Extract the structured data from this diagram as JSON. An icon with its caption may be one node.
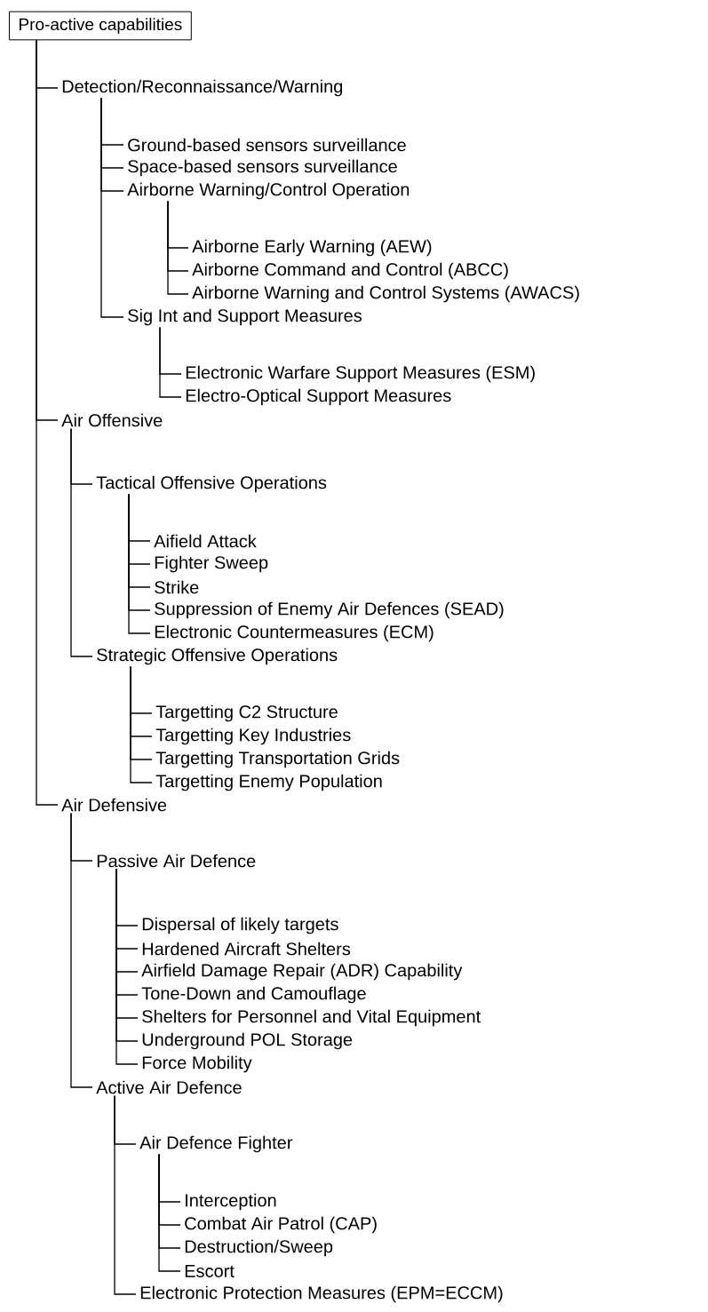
{
  "diagram": {
    "nodes": [
      {
        "text": [
          "Pro-active capabilities"
        ]
      },
      {
        "text": [
          "Detection/Reconnaissance/Warning"
        ]
      },
      {
        "text": [
          "Ground-based sensors surveillance"
        ]
      },
      {
        "text": [
          "Space-based sensors surveillance"
        ]
      },
      {
        "text": [
          "Airborne Warning/Control Operation"
        ]
      },
      {
        "text": [
          "Airborne Early Warning (AEW)"
        ]
      },
      {
        "text": [
          "Airborne Command and Control (ABCC)"
        ]
      },
      {
        "text": [
          "Airborne Warning and Control Systems (AWACS)"
        ]
      },
      {
        "text": [
          "Sig Int and Support Measures"
        ]
      },
      {
        "text": [
          "Electronic Warfare Support Measures (ESM)"
        ]
      },
      {
        "text": [
          "Electro-Optical Support Measures"
        ]
      },
      {
        "text": [
          "Air Offensive"
        ]
      },
      {
        "text": [
          "Tactical Offensive Operations"
        ]
      },
      {
        "text": [
          "Aifield Attack"
        ]
      },
      {
        "text": [
          "Fighter Sweep"
        ]
      },
      {
        "text": [
          "Strike"
        ]
      },
      {
        "text": [
          "Suppression of Enemy Air Defences (SEAD)"
        ]
      },
      {
        "text": [
          "Electronic Countermeasures (ECM)"
        ]
      },
      {
        "text": [
          "Strategic Offensive Operations"
        ]
      },
      {
        "text": [
          "Targetting C2 Structure"
        ]
      },
      {
        "text": [
          "Targetting Key Industries"
        ]
      },
      {
        "text": [
          "Targetting Transportation Grids"
        ]
      },
      {
        "text": [
          "Targetting Enemy Population"
        ]
      },
      {
        "text": [
          "Air Defensive"
        ]
      },
      {
        "text": [
          "Passive Air Defence"
        ]
      },
      {
        "text": [
          "Dispersal of likely targets"
        ]
      },
      {
        "text": [
          "Hardened Aircraft Shelters"
        ]
      },
      {
        "text": [
          "Airfield Damage Repair (ADR) Capability"
        ]
      },
      {
        "text": [
          "Tone-Down and Camouflage"
        ]
      },
      {
        "text": [
          "Shelters for Personnel and Vital Equipment"
        ]
      },
      {
        "text": [
          "Underground POL Storage"
        ]
      },
      {
        "text": [
          "Force Mobility"
        ]
      },
      {
        "text": [
          "Active Air Defence"
        ]
      },
      {
        "text": [
          "Air Defence Fighter"
        ]
      },
      {
        "text": [
          "Interception"
        ]
      },
      {
        "text": [
          "Combat Air Patrol (CAP)"
        ]
      },
      {
        "text": [
          "Destruction/Sweep"
        ]
      },
      {
        "text": [
          "Escort"
        ]
      },
      {
        "text": [
          "Electronic Protection Measures (EPM=ECCM)"
        ]
      }
    ],
    "edges": [
      {
        "from": 0,
        "to": 1,
        "arrow": "none"
      },
      {
        "from": 1,
        "to": 2,
        "arrow": "none"
      },
      {
        "from": 1,
        "to": 3,
        "arrow": "none"
      },
      {
        "from": 1,
        "to": 4,
        "arrow": "none"
      },
      {
        "from": 4,
        "to": 5,
        "arrow": "none"
      },
      {
        "from": 4,
        "to": 6,
        "arrow": "none"
      },
      {
        "from": 4,
        "to": 7,
        "arrow": "none"
      },
      {
        "from": 1,
        "to": 8,
        "arrow": "none"
      },
      {
        "from": 8,
        "to": 9,
        "arrow": "none"
      },
      {
        "from": 8,
        "to": 10,
        "arrow": "none"
      },
      {
        "from": 0,
        "to": 11,
        "arrow": "none"
      },
      {
        "from": 11,
        "to": 12,
        "arrow": "none"
      },
      {
        "from": 12,
        "to": 13,
        "arrow": "none"
      },
      {
        "from": 12,
        "to": 14,
        "arrow": "none"
      },
      {
        "from": 12,
        "to": 15,
        "arrow": "none"
      },
      {
        "from": 12,
        "to": 16,
        "arrow": "none"
      },
      {
        "from": 12,
        "to": 17,
        "arrow": "none"
      },
      {
        "from": 11,
        "to": 18,
        "arrow": "none"
      },
      {
        "from": 18,
        "to": 19,
        "arrow": "none"
      },
      {
        "from": 18,
        "to": 20,
        "arrow": "none"
      },
      {
        "from": 18,
        "to": 21,
        "arrow": "none"
      },
      {
        "from": 18,
        "to": 22,
        "arrow": "none"
      },
      {
        "from": 0,
        "to": 23,
        "arrow": "none"
      },
      {
        "from": 23,
        "to": 24,
        "arrow": "none"
      },
      {
        "from": 24,
        "to": 25,
        "arrow": "none"
      },
      {
        "from": 24,
        "to": 26,
        "arrow": "none"
      },
      {
        "from": 24,
        "to": 27,
        "arrow": "none"
      },
      {
        "from": 24,
        "to": 28,
        "arrow": "none"
      },
      {
        "from": 24,
        "to": 29,
        "arrow": "none"
      },
      {
        "from": 24,
        "to": 30,
        "arrow": "none"
      },
      {
        "from": 24,
        "to": 31,
        "arrow": "none"
      },
      {
        "from": 23,
        "to": 32,
        "arrow": "none"
      },
      {
        "from": 32,
        "to": 33,
        "arrow": "none"
      },
      {
        "from": 33,
        "to": 34,
        "arrow": "none"
      },
      {
        "from": 33,
        "to": 35,
        "arrow": "none"
      },
      {
        "from": 33,
        "to": 36,
        "arrow": "none"
      },
      {
        "from": 33,
        "to": 37,
        "arrow": "none"
      },
      {
        "from": 32,
        "to": 38,
        "arrow": "none"
      }
    ]
  }
}
